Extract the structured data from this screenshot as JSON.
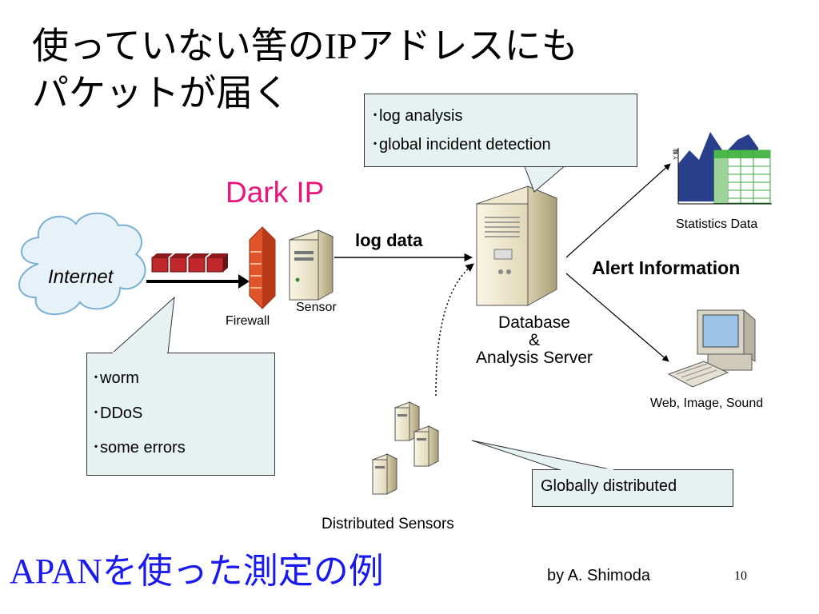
{
  "title": {
    "line1_a": "使っていない筈の",
    "line1_latin": "IP",
    "line1_b": "アドレスにも",
    "line2": "パケットが届く"
  },
  "callout_top": {
    "line1": "･log analysis",
    "line2": "･global incident detection"
  },
  "callout_left": {
    "line1": "･worm",
    "line2": "･DDoS",
    "line3": "･some errors"
  },
  "callout_bottom": {
    "text": "Globally distributed"
  },
  "labels": {
    "dark_ip": "Dark IP",
    "internet": "Internet",
    "firewall": "Firewall",
    "sensor": "Sensor",
    "log_data": "log data",
    "db_line1": "Database",
    "db_line2": "&",
    "db_line3": "Analysis Server",
    "statistics": "Statistics Data",
    "alert": "Alert Information",
    "web": "Web, Image, Sound",
    "distributed": "Distributed Sensors",
    "chart_axis": "Y 軸"
  },
  "footer": {
    "latin": "APAN",
    "jp": "を使った測定の例",
    "author": "by A. Shimoda",
    "page": "10"
  },
  "colors": {
    "dark_ip": "#e8177d",
    "footer_title": "#1a1aee",
    "callout_bg": "#e6f2f2",
    "packet": "#c0282c"
  }
}
